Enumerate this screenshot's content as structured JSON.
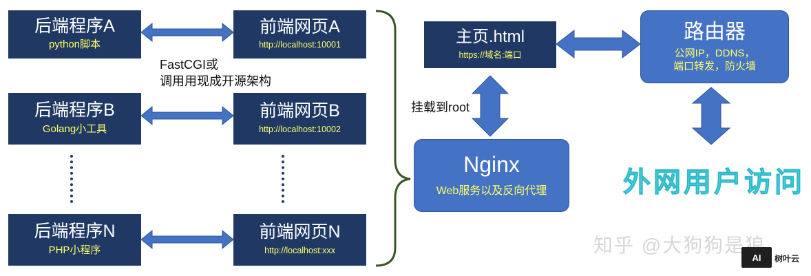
{
  "backends": [
    {
      "title": "后端程序A",
      "sub": "python脚本"
    },
    {
      "title": "后端程序B",
      "sub": "Golang小工具"
    },
    {
      "title": "后端程序N",
      "sub": "PHP小程序"
    }
  ],
  "frontends": [
    {
      "title": "前端网页A",
      "sub": "http://localhost:10001"
    },
    {
      "title": "前端网页B",
      "sub": "http://localhost:10002"
    },
    {
      "title": "前端网页N",
      "sub": "http://localhost:xxx"
    }
  ],
  "fastcgi_label": {
    "line1": "FastCGI或",
    "line2": "调用用现成开源架构"
  },
  "home": {
    "title": "主页.html",
    "sub": "https://域名:端口"
  },
  "router": {
    "title": "路由器",
    "line1": "公网IP，DDNS，",
    "line2": "端口转发，防火墙"
  },
  "mount_label": "挂载到root",
  "nginx": {
    "title": "Nginx",
    "sub": "Web服务以及反向代理"
  },
  "external": "外网用户访问",
  "watermark": "知乎 @大狗狗是狼",
  "logo": {
    "badge": "AI",
    "text": "树叶云"
  },
  "colors": {
    "dark_box": "#1f3864",
    "blue_box": "#4472c4",
    "arrow": "#4472c4",
    "sub_text": "#ffff66",
    "brace": "#375623",
    "accent_text": "#5be3e0"
  }
}
